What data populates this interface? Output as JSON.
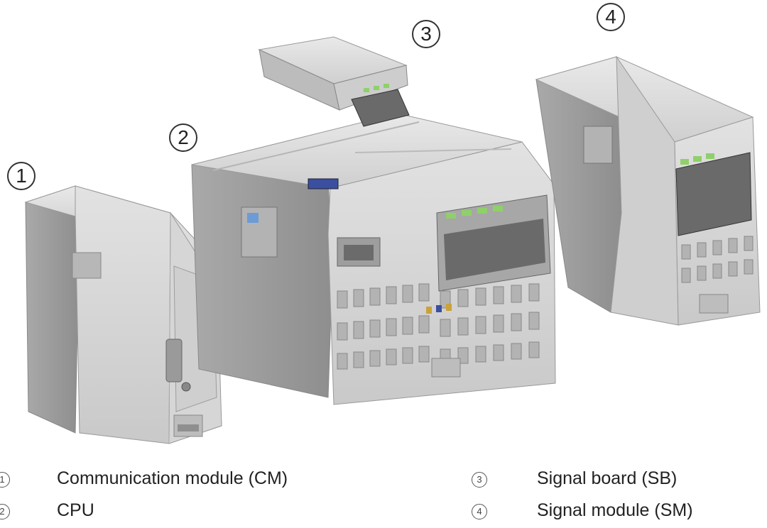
{
  "callouts": {
    "cm": "1",
    "cpu": "2",
    "sb": "3",
    "sm": "4"
  },
  "legend": [
    {
      "num": "1",
      "text": "Communication module (CM)"
    },
    {
      "num": "2",
      "text": "CPU"
    },
    {
      "num": "3",
      "text": "Signal board (SB)"
    },
    {
      "num": "4",
      "text": "Signal module (SM)"
    }
  ],
  "colors": {
    "housing_light": "#dadada",
    "housing_mid": "#c4c4c4",
    "housing_dark": "#9f9f9f",
    "terminal_dark": "#5a5a5a",
    "led_green": "#8fd06a",
    "plug_blue": "#3a4fa0"
  }
}
